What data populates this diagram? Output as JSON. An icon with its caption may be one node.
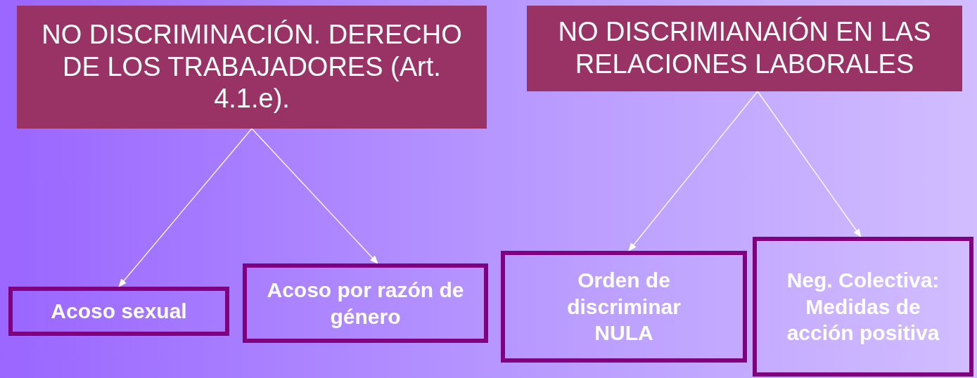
{
  "diagram": {
    "nodes": [
      {
        "text": [
          "NO DISCRIMINACIÓN. DERECHO DE LOS TRABAJADORES (Art. 4.1.e)."
        ]
      },
      {
        "text": [
          "NO DISCRIMIANAIÓN EN LAS RELACIONES LABORALES"
        ]
      },
      {
        "text": [
          "Acoso sexual"
        ]
      },
      {
        "text": [
          "Acoso por razón de género"
        ]
      },
      {
        "text": [
          "Orden de discriminar NULA"
        ]
      },
      {
        "text": [
          "Neg. Colectiva: Medidas de acción positiva"
        ]
      }
    ],
    "edges": [
      {
        "from": 0,
        "to": 2,
        "arrow": "to"
      },
      {
        "from": 0,
        "to": 3,
        "arrow": "to"
      },
      {
        "from": 1,
        "to": 4,
        "arrow": "to"
      },
      {
        "from": 1,
        "to": 5,
        "arrow": "to"
      }
    ]
  }
}
